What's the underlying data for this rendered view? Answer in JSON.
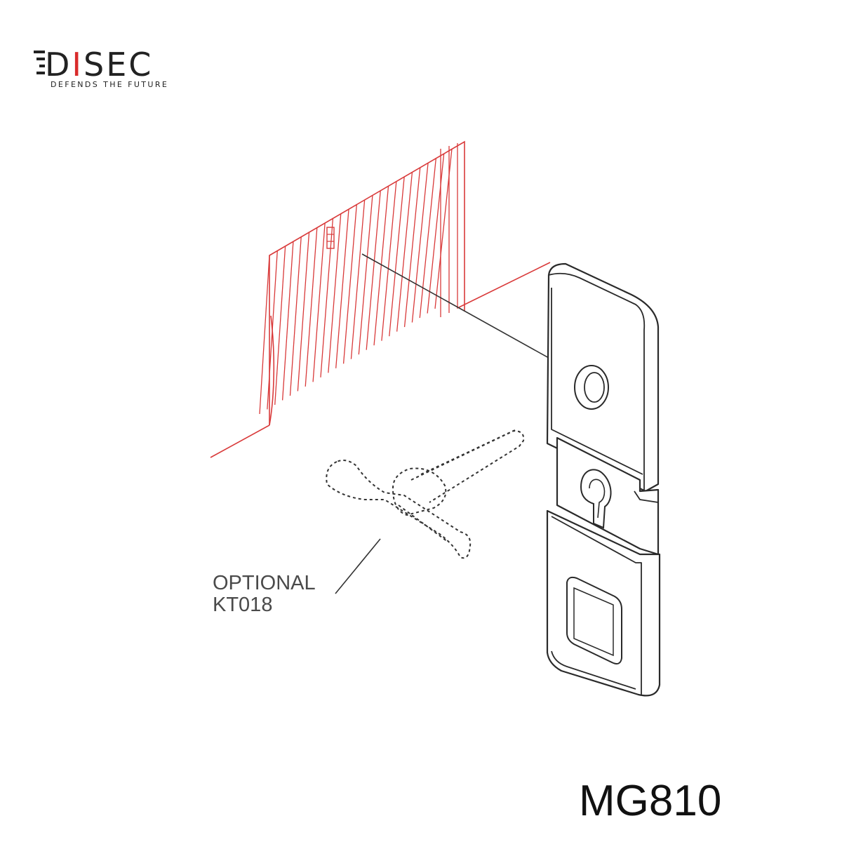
{
  "logo": {
    "brand_prefix": "D",
    "brand_accent": "I",
    "brand_suffix": "SEC",
    "tagline": "DEFENDS THE FUTURE",
    "accent_color": "#d92b2b"
  },
  "diagram": {
    "callout_line1": "OPTIONAL",
    "callout_line2": "KT018",
    "model_label": "MG810",
    "door_color": "#d93a3a",
    "part_color": "#2a2a2a"
  }
}
